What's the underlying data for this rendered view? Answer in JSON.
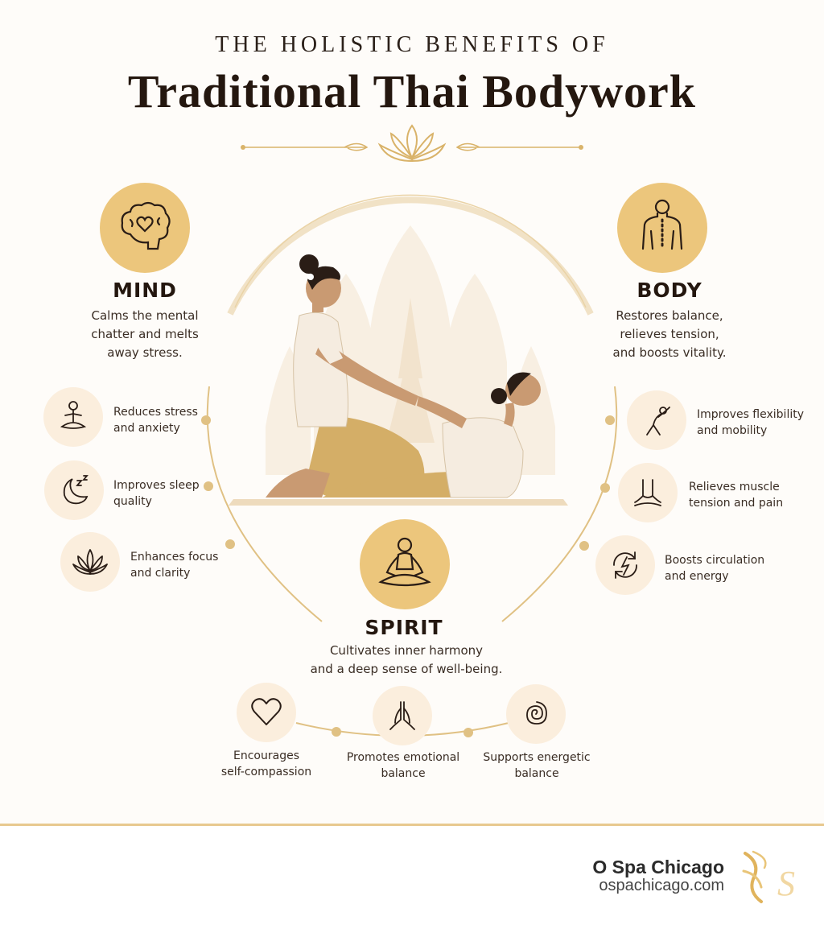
{
  "header": {
    "supertitle": "THE HOLISTIC BENEFITS OF",
    "title": "Traditional Thai Bodywork"
  },
  "mind": {
    "title": "MIND",
    "description_lines": [
      "Calms the mental",
      "chatter and melts",
      "away stress."
    ],
    "icon": "brain-heart-icon",
    "benefits": [
      {
        "icon": "meditating-person-icon",
        "lines": [
          "Reduces stress",
          "and anxiety"
        ]
      },
      {
        "icon": "moon-sleep-icon",
        "lines": [
          "Improves sleep",
          "quality"
        ]
      },
      {
        "icon": "lotus-icon",
        "lines": [
          "Enhances focus",
          "and clarity"
        ]
      }
    ]
  },
  "body": {
    "title": "BODY",
    "description_lines": [
      "Restores balance,",
      "relieves tension,",
      "and boosts vitality."
    ],
    "icon": "spine-back-icon",
    "benefits": [
      {
        "icon": "stretching-figure-icon",
        "lines": [
          "Improves flexibility",
          "and mobility"
        ]
      },
      {
        "icon": "massage-hands-icon",
        "lines": [
          "Relieves muscle",
          "tension and pain"
        ]
      },
      {
        "icon": "energy-cycle-icon",
        "lines": [
          "Boosts circulation",
          "and energy"
        ]
      }
    ]
  },
  "spirit": {
    "title": "SPIRIT",
    "description_lines": [
      "Cultivates inner harmony",
      "and a deep sense of well-being."
    ],
    "icon": "meditation-pose-icon",
    "benefits": [
      {
        "icon": "heart-icon",
        "lines": [
          "Encourages",
          "self-compassion"
        ]
      },
      {
        "icon": "praying-hands-icon",
        "lines": [
          "Promotes emotional",
          "balance"
        ]
      },
      {
        "icon": "spiral-icon",
        "lines": [
          "Supports energetic",
          "balance"
        ]
      }
    ]
  },
  "footer": {
    "brand": "O Spa Chicago",
    "url": "ospachicago.com",
    "logo_letter": "S"
  },
  "colors": {
    "accent": "#ecc67c",
    "soft": "#fbeedd",
    "line": "#e0c184",
    "text": "#24170f"
  }
}
